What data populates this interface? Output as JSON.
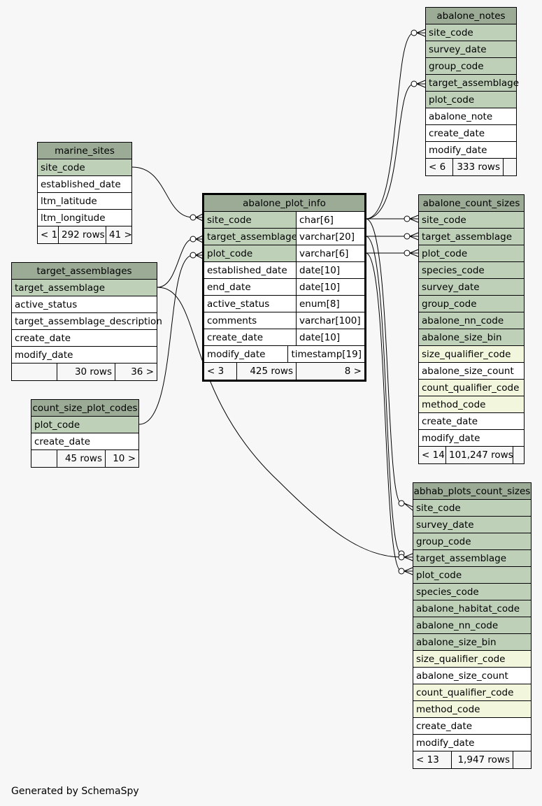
{
  "footer_text": "Generated by SchemaSpy",
  "tables": {
    "abalone_notes": {
      "name": "abalone_notes",
      "key_columns": [
        "site_code",
        "survey_date",
        "group_code",
        "target_assemblage",
        "plot_code"
      ],
      "other_columns": [
        "abalone_note",
        "create_date",
        "modify_date"
      ],
      "footer": {
        "parents": "< 6",
        "rows": "333 rows",
        "children": ""
      }
    },
    "marine_sites": {
      "name": "marine_sites",
      "key_columns": [
        "site_code"
      ],
      "other_columns": [
        "established_date",
        "ltm_latitude",
        "ltm_longitude"
      ],
      "footer": {
        "parents": "< 1",
        "rows": "292 rows",
        "children": "41 >"
      }
    },
    "abalone_plot_info": {
      "name": "abalone_plot_info",
      "columns": [
        {
          "name": "site_code",
          "type": "char[6]"
        },
        {
          "name": "target_assemblage",
          "type": "varchar[20]"
        },
        {
          "name": "plot_code",
          "type": "varchar[6]"
        },
        {
          "name": "established_date",
          "type": "date[10]"
        },
        {
          "name": "end_date",
          "type": "date[10]"
        },
        {
          "name": "active_status",
          "type": "enum[8]"
        },
        {
          "name": "comments",
          "type": "varchar[100]"
        },
        {
          "name": "create_date",
          "type": "date[10]"
        },
        {
          "name": "modify_date",
          "type": "timestamp[19]"
        }
      ],
      "footer": {
        "parents": "< 3",
        "rows": "425 rows",
        "children": "8 >"
      }
    },
    "abalone_count_sizes": {
      "name": "abalone_count_sizes",
      "key_columns": [
        "site_code",
        "target_assemblage",
        "plot_code",
        "species_code",
        "survey_date",
        "group_code",
        "abalone_nn_code",
        "abalone_size_bin"
      ],
      "rest_columns": [
        {
          "name": "size_qualifier_code",
          "indexed": true
        },
        {
          "name": "abalone_size_count",
          "indexed": false
        },
        {
          "name": "count_qualifier_code",
          "indexed": true
        },
        {
          "name": "method_code",
          "indexed": true
        },
        {
          "name": "create_date",
          "indexed": false
        },
        {
          "name": "modify_date",
          "indexed": false
        }
      ],
      "footer": {
        "parents": "< 14",
        "rows": "101,247 rows",
        "children": ""
      }
    },
    "target_assemblages": {
      "name": "target_assemblages",
      "key_columns": [
        "target_assemblage"
      ],
      "other_columns": [
        "active_status",
        "target_assemblage_description",
        "create_date",
        "modify_date"
      ],
      "footer": {
        "parents": "",
        "rows": "30 rows",
        "children": "36 >"
      }
    },
    "count_size_plot_codes": {
      "name": "count_size_plot_codes",
      "key_columns": [
        "plot_code"
      ],
      "other_columns": [
        "create_date"
      ],
      "footer": {
        "parents": "",
        "rows": "45 rows",
        "children": "10 >"
      }
    },
    "abhab_plots_count_sizes": {
      "name": "abhab_plots_count_sizes",
      "key_columns": [
        "site_code",
        "survey_date",
        "group_code",
        "target_assemblage",
        "plot_code",
        "species_code",
        "abalone_habitat_code",
        "abalone_nn_code",
        "abalone_size_bin"
      ],
      "rest_columns": [
        {
          "name": "size_qualifier_code",
          "indexed": true
        },
        {
          "name": "abalone_size_count",
          "indexed": false
        },
        {
          "name": "count_qualifier_code",
          "indexed": true
        },
        {
          "name": "method_code",
          "indexed": true
        },
        {
          "name": "create_date",
          "indexed": false
        },
        {
          "name": "modify_date",
          "indexed": false
        }
      ],
      "footer": {
        "parents": "< 13",
        "rows": "1,947 rows",
        "children": ""
      }
    }
  }
}
